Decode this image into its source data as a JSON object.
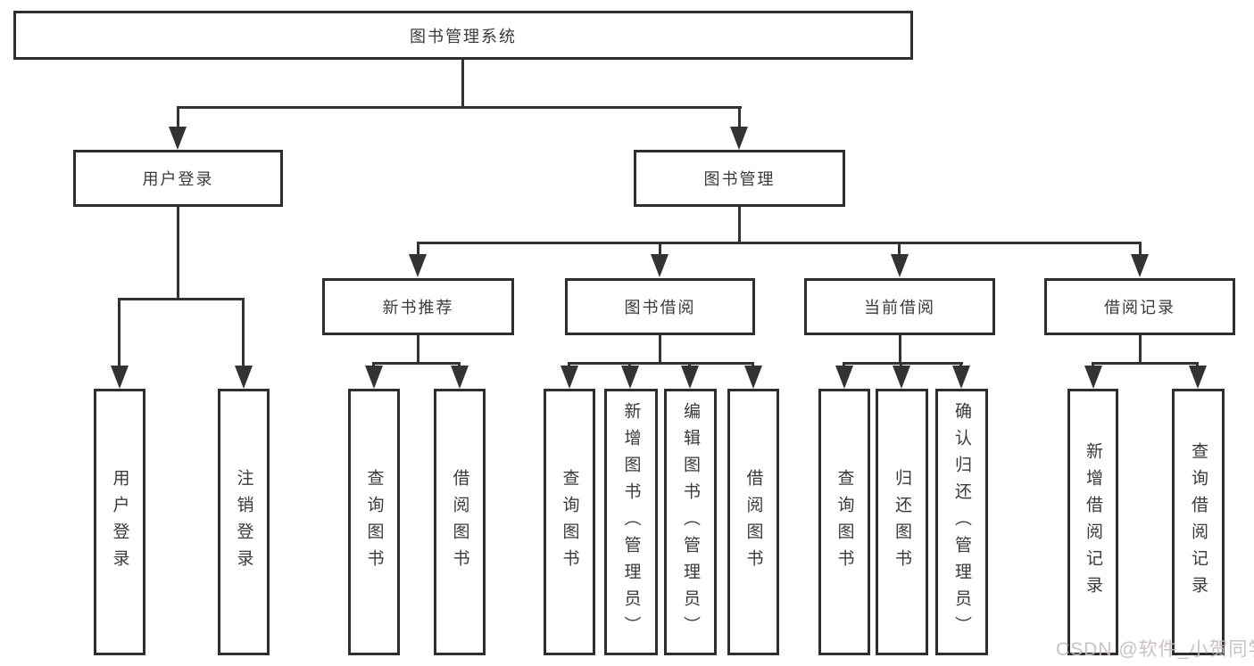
{
  "tree": {
    "root": {
      "label": "图书管理系统"
    },
    "children": [
      {
        "label": "用户登录",
        "children": [
          {
            "label": "用户登录"
          },
          {
            "label": "注销登录"
          }
        ]
      },
      {
        "label": "图书管理",
        "children": [
          {
            "label": "新书推荐",
            "children": [
              {
                "label": "查询图书"
              },
              {
                "label": "借阅图书"
              }
            ]
          },
          {
            "label": "图书借阅",
            "children": [
              {
                "label": "查询图书"
              },
              {
                "label": "新增图书（管理员）"
              },
              {
                "label": "编辑图书（管理员）"
              },
              {
                "label": "借阅图书"
              }
            ]
          },
          {
            "label": "当前借阅",
            "children": [
              {
                "label": "查询图书"
              },
              {
                "label": "归还图书"
              },
              {
                "label": "确认归还（管理员）"
              }
            ]
          },
          {
            "label": "借阅记录",
            "children": [
              {
                "label": "新增借阅记录"
              },
              {
                "label": "查询借阅记录"
              }
            ]
          }
        ]
      }
    ]
  },
  "watermark": {
    "text": "CSDN @软件_小贺同学"
  },
  "colors": {
    "background": "#ffffff",
    "line": "#333333",
    "box_border": "#2e2e2e",
    "text": "#3a3a3a",
    "watermark": "#c6bcbc"
  }
}
